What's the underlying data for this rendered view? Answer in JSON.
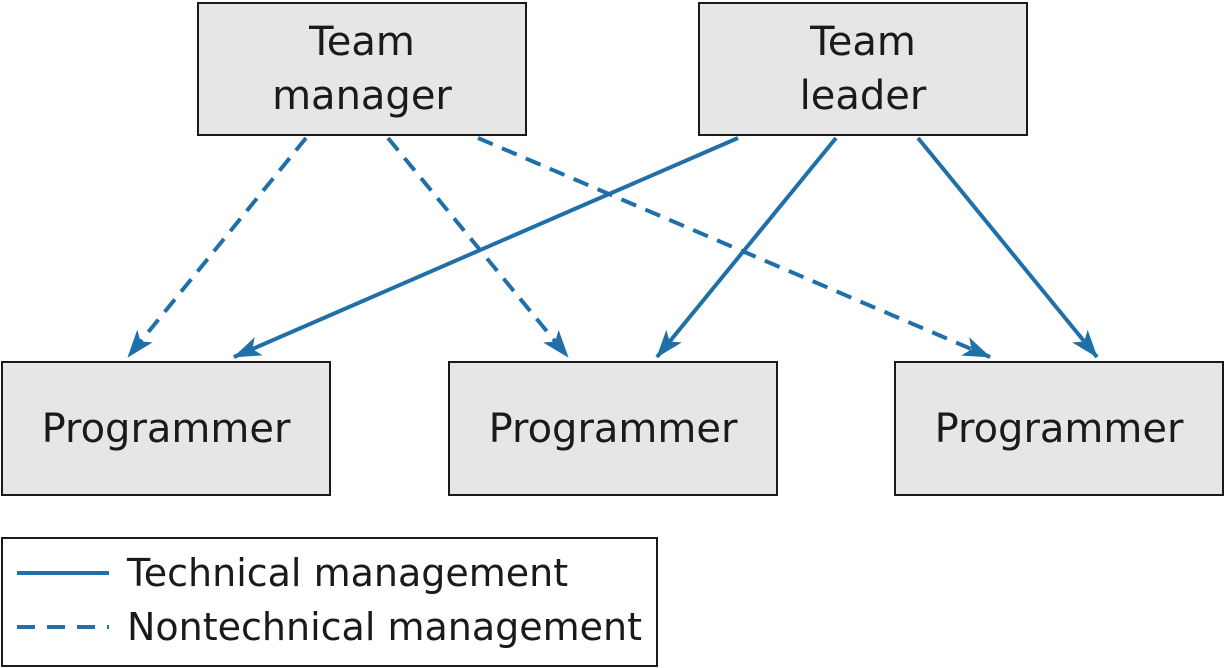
{
  "colors": {
    "line": "#1f6fa8",
    "box_fill": "#e6e6e6",
    "box_border": "#1a1a1a"
  },
  "nodes": {
    "team_manager": {
      "line1": "Team",
      "line2": "manager"
    },
    "team_leader": {
      "line1": "Team",
      "line2": "leader"
    },
    "programmer_1": "Programmer",
    "programmer_2": "Programmer",
    "programmer_3": "Programmer"
  },
  "edges": [
    {
      "from": "team_manager",
      "to": "programmer_1",
      "type": "nontechnical"
    },
    {
      "from": "team_manager",
      "to": "programmer_2",
      "type": "nontechnical"
    },
    {
      "from": "team_manager",
      "to": "programmer_3",
      "type": "nontechnical"
    },
    {
      "from": "team_leader",
      "to": "programmer_1",
      "type": "technical"
    },
    {
      "from": "team_leader",
      "to": "programmer_2",
      "type": "technical"
    },
    {
      "from": "team_leader",
      "to": "programmer_3",
      "type": "technical"
    }
  ],
  "legend": {
    "technical": "Technical management",
    "nontechnical": "Nontechnical management"
  }
}
